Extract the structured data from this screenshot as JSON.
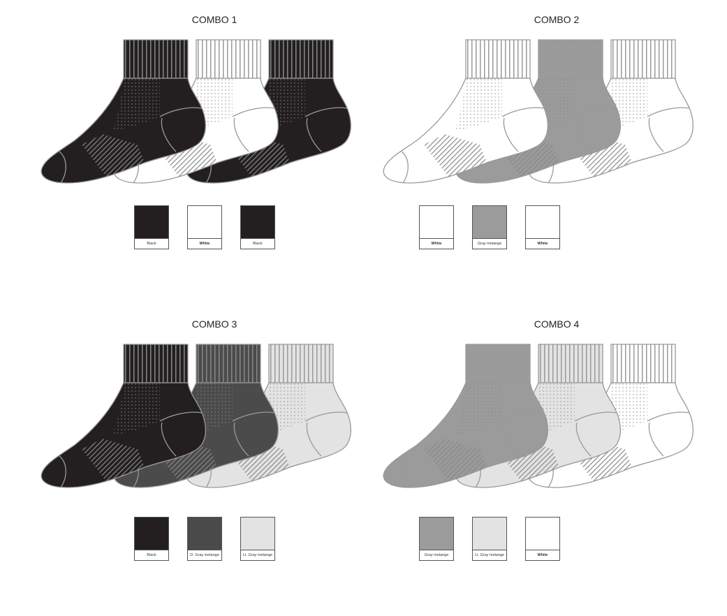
{
  "colors": {
    "Black": "#231f20",
    "White": "#ffffff",
    "Gray melange": "#9b9b9b",
    "D. Gray melange": "#4b4b4b",
    "Lt. Gray melange": "#e3e3e3"
  },
  "combos": [
    {
      "title": "COMBO 1",
      "swatches": [
        "Black",
        "White",
        "Black"
      ]
    },
    {
      "title": "COMBO 2",
      "swatches": [
        "White",
        "Gray melange",
        "White"
      ]
    },
    {
      "title": "COMBO 3",
      "swatches": [
        "Black",
        "D. Gray melange",
        "Lt. Gray melange"
      ]
    },
    {
      "title": "COMBO 4",
      "swatches": [
        "Gray melange",
        "Lt. Gray melange",
        "White"
      ]
    }
  ]
}
